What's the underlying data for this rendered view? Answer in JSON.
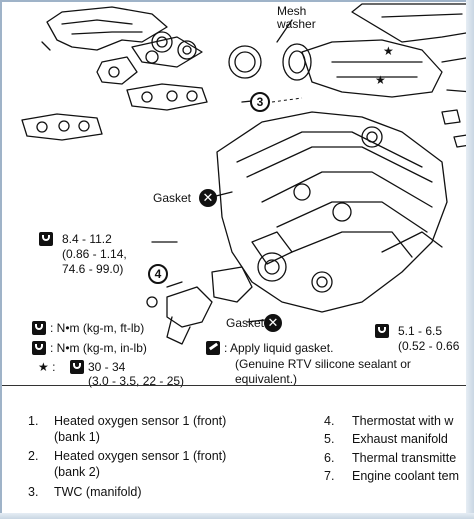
{
  "labels": {
    "mesh_washer_1": "Mesh",
    "mesh_washer_2": "washer",
    "gasket_upper": "Gasket",
    "gasket_lower": "Gasket",
    "callout_3": "3",
    "callout_4": "4"
  },
  "torque": {
    "spec1_line1": "8.4 - 11.2",
    "spec1_line2": "(0.86 - 1.14,",
    "spec1_line3": "74.6 - 99.0)",
    "spec2_line1": "5.1 - 6.5",
    "spec2_line2": "(0.52 - 0.66"
  },
  "legend": {
    "nm_kgm_ftlb": ": N•m  (kg-m, ft-lb)",
    "nm_kgm_inlb": ": N•m  (kg-m, in-lb)",
    "star_prefix": "★ :",
    "star_spec_1": "30 - 34",
    "star_spec_2": "(3.0 - 3.5, 22 - 25)",
    "liquid_gasket_1": ": Apply liquid gasket.",
    "liquid_gasket_2": "(Genuine RTV silicone sealant or",
    "liquid_gasket_3": "equivalent.)"
  },
  "parts_left": [
    {
      "num": "1.",
      "line1": "Heated oxygen sensor 1 (front)",
      "line2": "(bank 1)"
    },
    {
      "num": "2.",
      "line1": "Heated oxygen sensor 1 (front)",
      "line2": "(bank 2)"
    },
    {
      "num": "3.",
      "line1": "TWC (manifold)",
      "line2": ""
    }
  ],
  "parts_right": [
    {
      "num": "4.",
      "line1": "Thermostat with w"
    },
    {
      "num": "5.",
      "line1": "Exhaust manifold"
    },
    {
      "num": "6.",
      "line1": "Thermal transmitte"
    },
    {
      "num": "7.",
      "line1": "Engine coolant tem"
    }
  ]
}
